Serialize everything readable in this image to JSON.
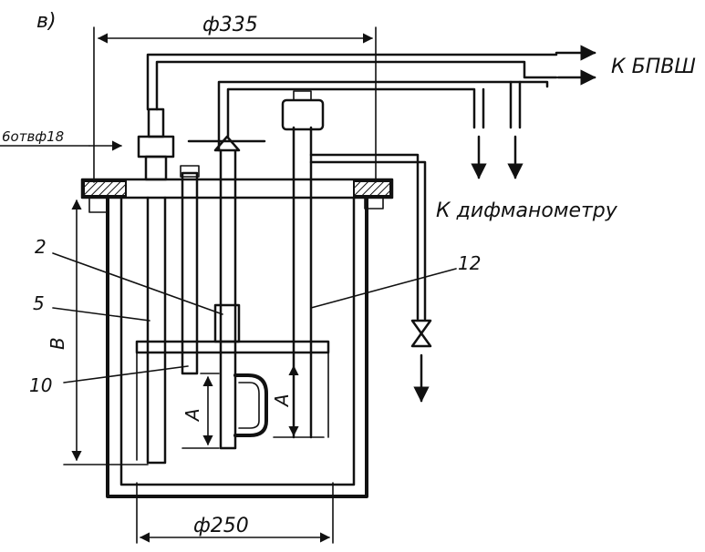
{
  "labels": {
    "panel": "в)",
    "top_diameter": "ф335",
    "bottom_diameter": "ф250",
    "holes": "6отвф18",
    "kbpvsh": "К БПВШ",
    "difmanometer": "К дифманометру",
    "part_2": "2",
    "part_5": "5",
    "part_10": "10",
    "part_12": "12",
    "dim_b": "В",
    "dim_a_left": "А",
    "dim_a_right": "А"
  },
  "colors": {
    "ink": "#111111",
    "paper": "#ffffff"
  }
}
